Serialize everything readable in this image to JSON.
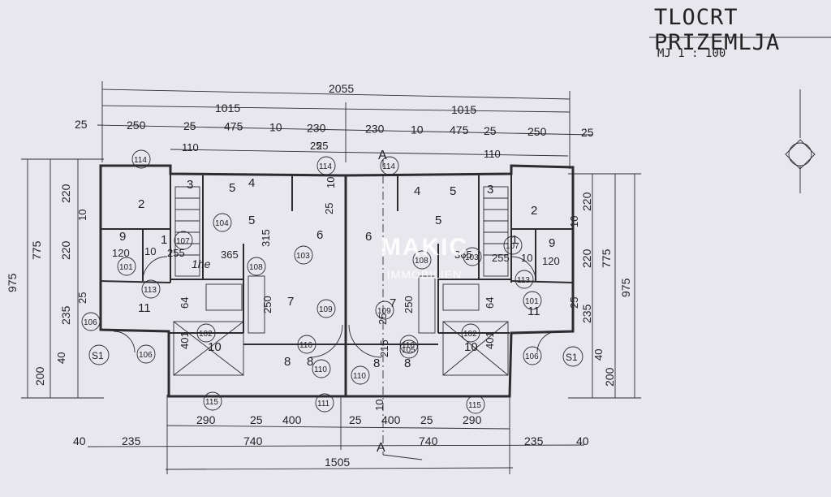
{
  "title": "TLOCRT PRIZEMLJA",
  "scale": "MJ  1 : 100",
  "watermark": {
    "brand": "MAKIC",
    "sub": "IMMOBILIEN"
  },
  "top_dims": {
    "overall": "2055",
    "halves": [
      "1015",
      "1015"
    ],
    "row3": [
      "25",
      "250",
      "25",
      "475",
      "10",
      "230",
      "230",
      "10",
      "475",
      "25",
      "250",
      "25"
    ],
    "row4": [
      "110",
      "25",
      "110"
    ]
  },
  "bottom_dims": {
    "row1": [
      "290",
      "25",
      "400",
      "25",
      "400",
      "25",
      "290"
    ],
    "row2": [
      "40",
      "235",
      "740",
      "740",
      "235",
      "40"
    ],
    "overall": "1505"
  },
  "left_dims": {
    "outer": "975",
    "mid": "775",
    "inner": [
      "220",
      "220",
      "235",
      "200"
    ],
    "small": [
      "10",
      "25",
      "40"
    ]
  },
  "right_dims": {
    "outer": "975",
    "mid": "775",
    "inner": [
      "220",
      "220",
      "235",
      "200"
    ],
    "small": [
      "10",
      "25",
      "40"
    ]
  },
  "interior_dims": [
    "120",
    "10",
    "255",
    "365",
    "315",
    "250",
    "401",
    "64",
    "25",
    "215",
    "10",
    "25",
    "120",
    "10",
    "255",
    "365",
    "250",
    "401",
    "64",
    "10",
    "25"
  ],
  "rooms_left": [
    "2",
    "1",
    "3",
    "4",
    "5",
    "6",
    "7",
    "8",
    "9",
    "10",
    "11",
    "5",
    "8"
  ],
  "rooms_right": [
    "2",
    "1",
    "3",
    "4",
    "5",
    "6",
    "7",
    "8",
    "9",
    "10",
    "11",
    "5",
    "8"
  ],
  "tags_left": [
    "114",
    "114",
    "107",
    "101",
    "113",
    "108",
    "103",
    "106",
    "102",
    "116",
    "110",
    "115",
    "104",
    "109",
    "106"
  ],
  "tags_right": [
    "114",
    "107",
    "101",
    "113",
    "108",
    "103",
    "106",
    "102",
    "116",
    "110",
    "115",
    "109",
    "105",
    "111"
  ],
  "section_labels": [
    "A",
    "A"
  ],
  "stair_labels": [
    "S1",
    "S1"
  ],
  "handwritten_note": "1he"
}
